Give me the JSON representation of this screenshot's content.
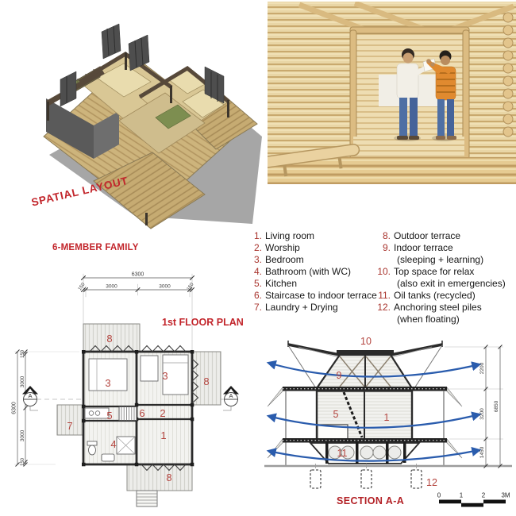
{
  "titles": {
    "spatial_layout": "SPATIAL LAYOUT",
    "family": "6-MEMBER FAMILY",
    "floor_plan": "1st FLOOR PLAN",
    "section": "SECTION A-A"
  },
  "legend": {
    "left": [
      {
        "num": "1.",
        "text": "Living room"
      },
      {
        "num": "2.",
        "text": "Worship"
      },
      {
        "num": "3.",
        "text": "Bedroom"
      },
      {
        "num": "4.",
        "text": "Bathroom (with WC)"
      },
      {
        "num": "5.",
        "text": "Kitchen"
      },
      {
        "num": "6.",
        "text": "Staircase to indoor terrace"
      },
      {
        "num": "7.",
        "text": "Laundry + Drying"
      }
    ],
    "right": [
      {
        "num": "8.",
        "text": "Outdoor terrace"
      },
      {
        "num": "9.",
        "text": "Indoor terrace",
        "sub": "(sleeping + learning)"
      },
      {
        "num": "10.",
        "text": "Top space for relax",
        "sub": "(also exit in emergencies)"
      },
      {
        "num": "11.",
        "text": "Oil tanks (recycled)"
      },
      {
        "num": "12.",
        "text": "Anchoring steel piles",
        "sub": "(when floating)"
      }
    ]
  },
  "floor_plan": {
    "rooms": {
      "living": "1",
      "worship": "2",
      "bedroom_left": "3",
      "bedroom_right": "3",
      "bathroom": "4",
      "kitchen": "5",
      "staircase": "6",
      "laundry": "7",
      "terrace_top": "8",
      "terrace_right": "8",
      "terrace_bottom": "8"
    },
    "dim_top": {
      "total": "6300",
      "segs": [
        "150",
        "3000",
        "3000",
        "150"
      ]
    },
    "dim_left": {
      "total": "6300",
      "segs": [
        "150",
        "3000",
        "3000",
        "150"
      ]
    },
    "section_marker": "A"
  },
  "section": {
    "labels": {
      "top_space": "10",
      "indoor_terrace": "9",
      "kitchen": "5",
      "living": "1",
      "oil_tanks": "11",
      "steel_piles": "12"
    },
    "dims_right": [
      "2200",
      "3200",
      "1450"
    ],
    "dim_total": "6850",
    "scale_bar": [
      "0",
      "1",
      "2",
      "3M"
    ]
  },
  "colors": {
    "title_red": "#c2252b",
    "legend_number_red": "#a8332c",
    "drawing_number_red": "#b4453f",
    "airflow_blue": "#2a5cad"
  }
}
